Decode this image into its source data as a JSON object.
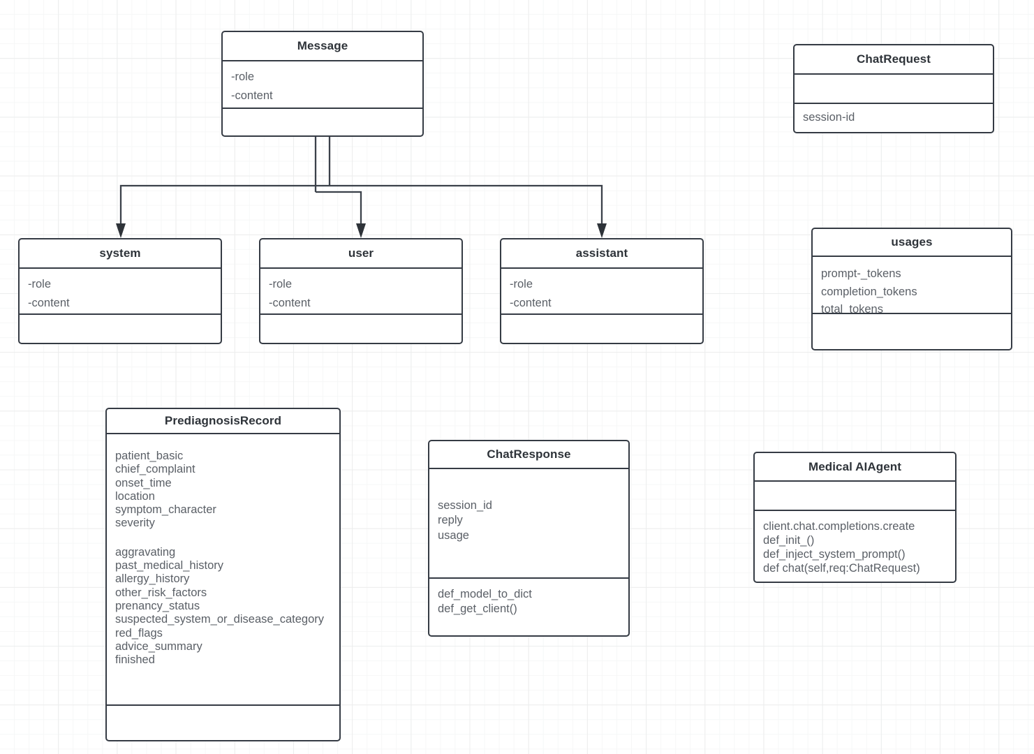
{
  "diagram": {
    "type": "uml-class-diagram",
    "background": "#ffffff",
    "grid_color": "#eceded",
    "border_color": "#353b44",
    "title_color": "#2e3339",
    "text_color": "#5a5f66"
  },
  "classes": {
    "message": {
      "name": "Message",
      "attributes": [
        "-role",
        "-content"
      ],
      "methods": []
    },
    "chatrequest": {
      "name": "ChatRequest",
      "attributes": [],
      "methods": [
        "session-id"
      ]
    },
    "system": {
      "name": "system",
      "attributes": [
        "-role",
        "-content"
      ],
      "methods": []
    },
    "user": {
      "name": "user",
      "attributes": [
        "-role",
        "-content"
      ],
      "methods": []
    },
    "assistant": {
      "name": "assistant",
      "attributes": [
        "-role",
        "-content"
      ],
      "methods": []
    },
    "usages": {
      "name": "usages",
      "attributes": [
        "prompt-_tokens",
        "completion_tokens",
        "total_tokens"
      ],
      "methods": []
    },
    "prediagnosisrecord": {
      "name": "PrediagnosisRecord",
      "attributes_group_1": [
        "patient_basic",
        "chief_complaint",
        "onset_time",
        "location",
        "symptom_character",
        "severity"
      ],
      "attributes_group_2": [
        "aggravating",
        "past_medical_history",
        "allergy_history",
        "other_risk_factors",
        "prenancy_status",
        "suspected_system_or_disease_category",
        "red_flags",
        "advice_summary",
        "finished"
      ],
      "methods": []
    },
    "chatresponse": {
      "name": "ChatResponse",
      "attributes": [
        "session_id",
        "reply",
        "usage"
      ],
      "methods": [
        "def_model_to_dict",
        "def_get_client()"
      ]
    },
    "medicalaiagent": {
      "name": "Medical AIAgent",
      "attributes": [],
      "methods": [
        "client.chat.completions.create",
        "def_init_()",
        "def_inject_system_prompt()",
        "def chat(self,req:ChatRequest)"
      ]
    }
  },
  "connections": [
    {
      "from": "Message",
      "to": "system",
      "style": "arrow"
    },
    {
      "from": "Message",
      "to": "user",
      "style": "arrow"
    },
    {
      "from": "Message",
      "to": "assistant",
      "style": "arrow"
    }
  ]
}
